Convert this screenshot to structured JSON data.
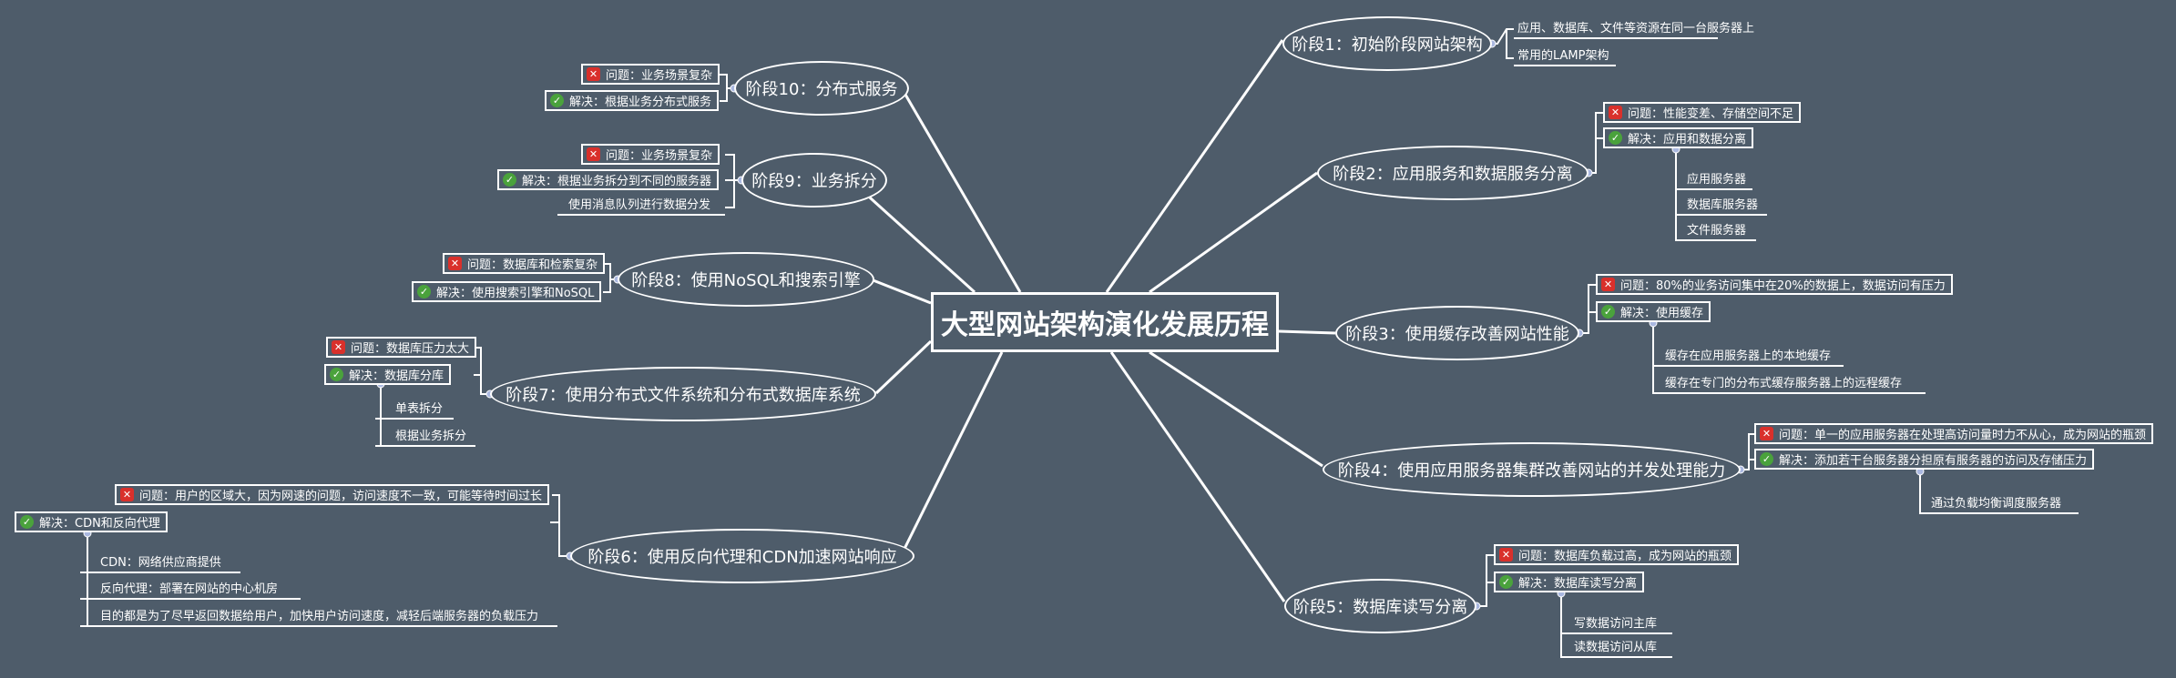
{
  "central": "大型网站架构演化发展历程",
  "stages": {
    "s1": {
      "title": "阶段1：初始阶段网站架构",
      "items": [
        "应用、数据库、文件等资源在同一台服务器上",
        "常用的LAMP架构"
      ]
    },
    "s2": {
      "title": "阶段2：应用服务和数据服务分离",
      "problem": "问题：性能变差、存储空间不足",
      "solution": "解决：应用和数据分离",
      "subs": [
        "应用服务器",
        "数据库服务器",
        "文件服务器"
      ]
    },
    "s3": {
      "title": "阶段3：使用缓存改善网站性能",
      "problem": "问题：80%的业务访问集中在20%的数据上，数据访问有压力",
      "solution": "解决：使用缓存",
      "subs": [
        "缓存在应用服务器上的本地缓存",
        "缓存在专门的分布式缓存服务器上的远程缓存"
      ]
    },
    "s4": {
      "title": "阶段4：使用应用服务器集群改善网站的并发处理能力",
      "problem": "问题：单一的应用服务器在处理高访问量时力不从心，成为网站的瓶颈",
      "solution": "解决：添加若干台服务器分担原有服务器的访问及存储压力",
      "subs": [
        "通过负载均衡调度服务器"
      ]
    },
    "s5": {
      "title": "阶段5：数据库读写分离",
      "problem": "问题：数据库负载过高，成为网站的瓶颈",
      "solution": "解决：数据库读写分离",
      "subs": [
        "写数据访问主库",
        "读数据访问从库"
      ]
    },
    "s6": {
      "title": "阶段6：使用反向代理和CDN加速网站响应",
      "problem": "问题：用户的区域大，因为网速的问题，访问速度不一致，可能等待时间过长",
      "solution": "解决：CDN和反向代理",
      "subs": [
        "CDN：网络供应商提供",
        "反向代理：部署在网站的中心机房",
        "目的都是为了尽早返回数据给用户，加快用户访问速度，减轻后端服务器的负载压力"
      ]
    },
    "s7": {
      "title": "阶段7：使用分布式文件系统和分布式数据库系统",
      "problem": "问题：数据库压力太大",
      "solution": "解决：数据库分库",
      "subs": [
        "单表拆分",
        "根据业务拆分"
      ]
    },
    "s8": {
      "title": "阶段8：使用NoSQL和搜索引擎",
      "problem": "问题：数据库和检索复杂",
      "solution": "解决：使用搜索引擎和NoSQL"
    },
    "s9": {
      "title": "阶段9：业务拆分",
      "problem": "问题：业务场景复杂",
      "solution": "解决：根据业务拆分到不同的服务器",
      "extra": "使用消息队列进行数据分发"
    },
    "s10": {
      "title": "阶段10：分布式服务",
      "problem": "问题：业务场景复杂",
      "solution": "解决：根据业务分布式服务"
    }
  },
  "colors": {
    "background": "#4e5c6a",
    "line": "#ffffff",
    "problem_icon": "#d9302b",
    "solution_icon": "#4aa23c",
    "connector_dot": "#aab8e0"
  }
}
